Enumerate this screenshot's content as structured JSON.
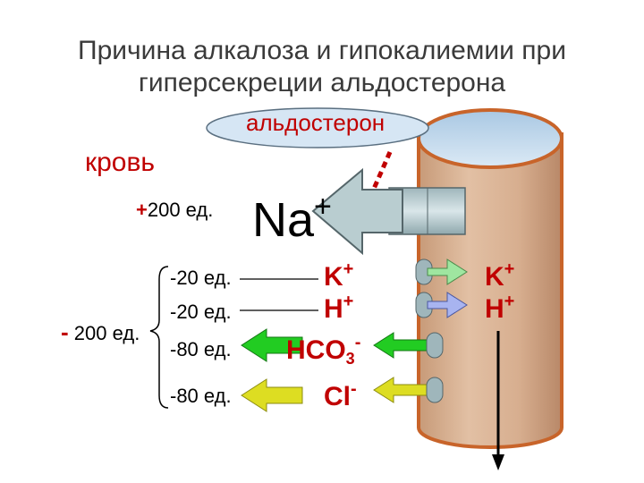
{
  "title": {
    "line1": "Причина алкалоза и гипокалиемии при",
    "line2": "гиперсекреции альдостерона"
  },
  "aldosterone_label": "альдостерон",
  "blood_label": "кровь",
  "na_total": {
    "sign": "+",
    "text": "200 ед."
  },
  "na_ion": {
    "base": "Na",
    "charge": "+"
  },
  "anion_total": {
    "sign": "-",
    "text": "200 ед."
  },
  "rows": [
    {
      "amount": "-20 ед.",
      "ion_base": "K",
      "ion_sub": "",
      "ion_charge": "+",
      "direction": "out",
      "color": "#9fe6a0"
    },
    {
      "amount": "-20 ед.",
      "ion_base": "H",
      "ion_sub": "",
      "ion_charge": "+",
      "direction": "out",
      "color": "#a8b4f0"
    },
    {
      "amount": "-80 ед.",
      "ion_base": "HCO",
      "ion_sub": "3",
      "ion_charge": "-",
      "direction": "in",
      "color": "#22cc22"
    },
    {
      "amount": "-80 ед.",
      "ion_base": "Cl",
      "ion_sub": "",
      "ion_charge": "-",
      "direction": "in",
      "color": "#dddd22"
    }
  ],
  "lumen_ions": [
    {
      "base": "K",
      "charge": "+"
    },
    {
      "base": "H",
      "charge": "+"
    }
  ],
  "colors": {
    "accent_red": "#c00000",
    "tube": "#d9b192",
    "tube_border": "#c8642a",
    "ellipse": "#d6e6f4",
    "na_arrow": "#b9cdd0"
  }
}
